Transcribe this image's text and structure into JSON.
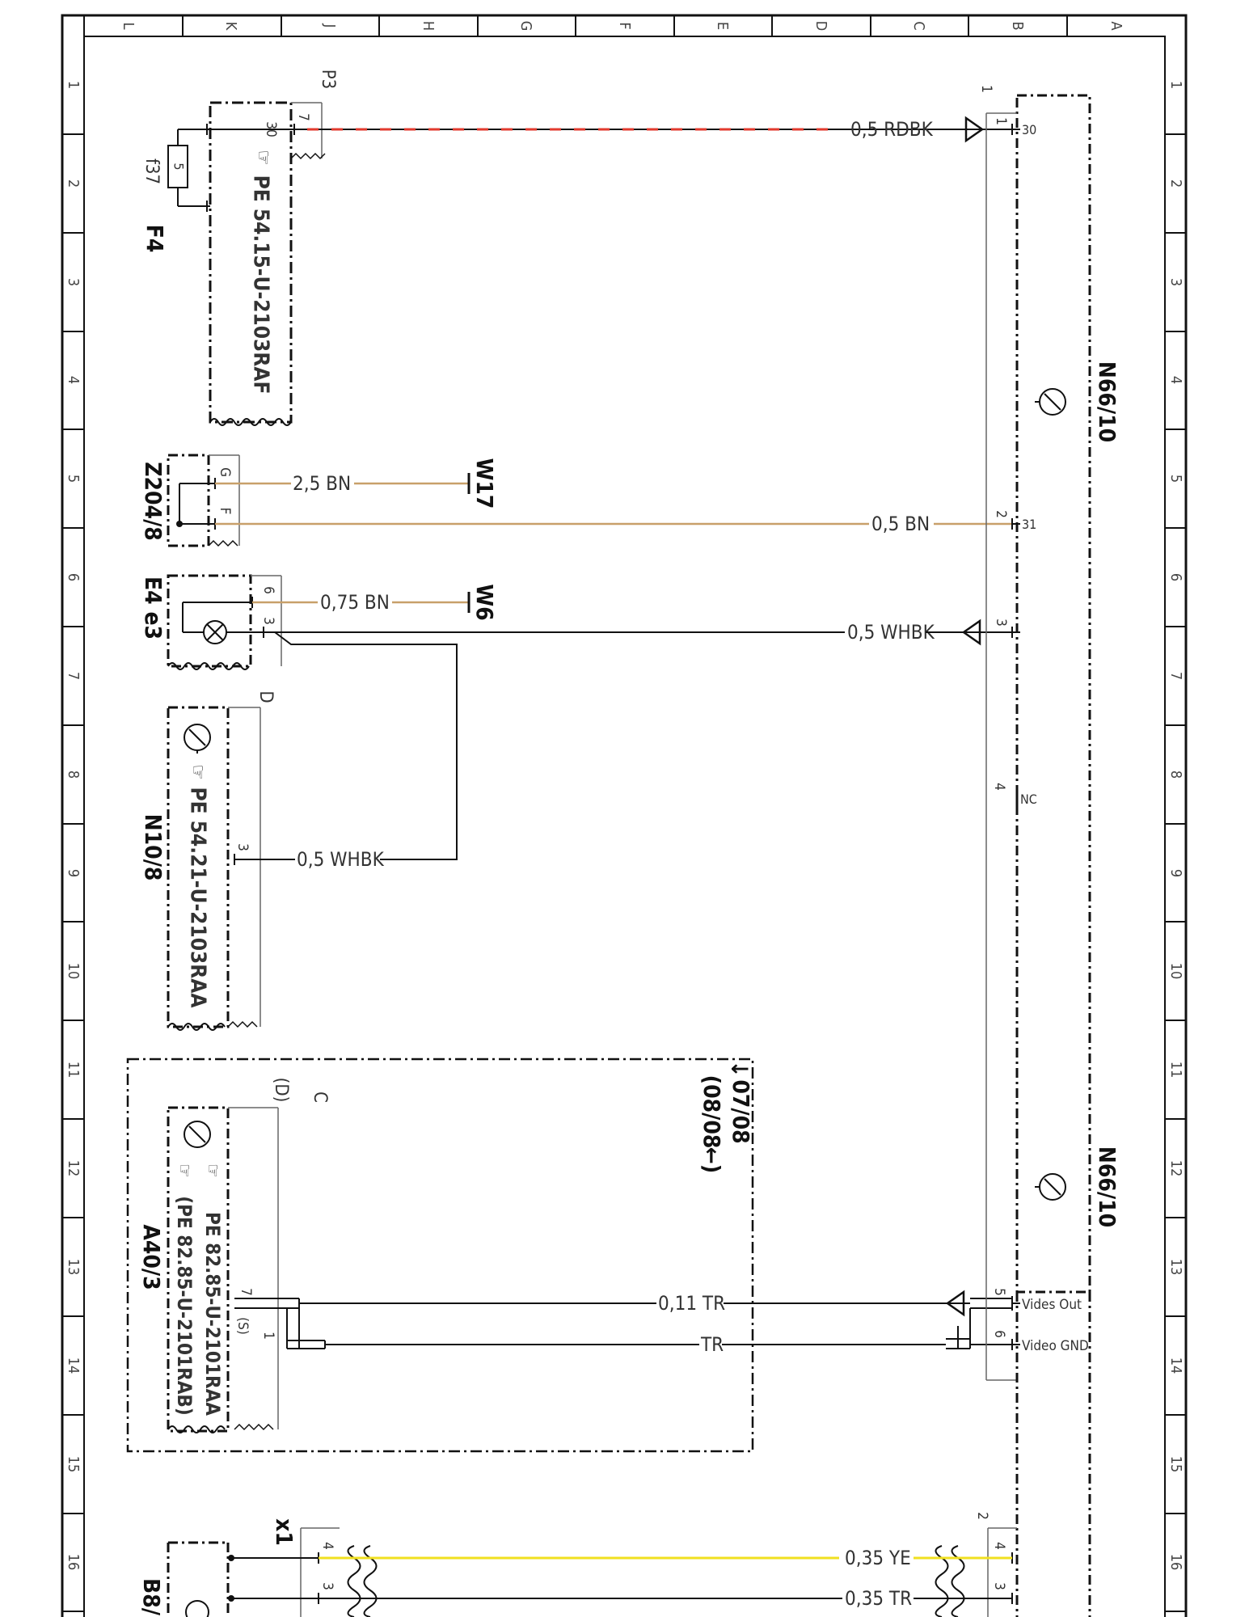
{
  "grid": {
    "columns": [
      "L",
      "K",
      "J",
      "H",
      "G",
      "F",
      "E",
      "D",
      "C",
      "B",
      "A"
    ],
    "rows": [
      "1",
      "2",
      "3",
      "4",
      "5",
      "6",
      "7",
      "8",
      "9",
      "10",
      "11",
      "12",
      "13",
      "14",
      "15",
      "16"
    ]
  },
  "components": {
    "f4": {
      "name": "F4",
      "fuse": "f37",
      "rating": "5",
      "connector": "P3",
      "pin_in": "30",
      "pin_out": "7",
      "ref": "PE 54.15-U-2103RAF"
    },
    "z204": {
      "name": "Z204/8",
      "pin_g": "G",
      "pin_f": "F"
    },
    "e4": {
      "name": "E4 e3",
      "pin_a": "6",
      "pin_b": "3"
    },
    "n10": {
      "name": "N10/8",
      "connector": "D",
      "pin": "3",
      "ref": "PE 54.21-U-2103RAA"
    },
    "a40": {
      "name": "A40/3",
      "connector": "C",
      "connector_alt": "(D)",
      "pin_a": "7",
      "pin_b": "1",
      "pin_alt": "(S)",
      "ref1": "PE 82.85-U-2101RAA",
      "ref2": "(PE 82.85-U-2101RAB)"
    },
    "option_box": {
      "line1": "07/08",
      "line2": "(08/08",
      "arrow1": "↓",
      "arrow2": "←)"
    },
    "n66_top": {
      "name": "N66/10",
      "connector": "1",
      "pins": [
        "30",
        "31",
        "NC"
      ],
      "pin_numbers": [
        "1",
        "2",
        "3",
        "4"
      ]
    },
    "n66_bottom": {
      "name": "N66/10",
      "pins": [
        "Vides Out",
        "Video GND"
      ],
      "pin_numbers": [
        "5",
        "6"
      ],
      "connector": "2",
      "lower_pins": [
        "4",
        "3"
      ]
    },
    "x1": {
      "name": "x1",
      "pins": [
        "4",
        "3"
      ]
    },
    "b8": {
      "name": "B8/"
    }
  },
  "wires": {
    "w1": "0,5 RDBK",
    "w2": "2,5 BN",
    "w3": "0,5 BN",
    "w4": "0,75 BN",
    "w5": "0,5 WHBK",
    "w6": "0,5 WHBK",
    "w7": "0,11 TR",
    "w8": "TR",
    "w9": "0,35 YE",
    "w10": "0,35 TR"
  },
  "grounds": {
    "g1": "W17",
    "g2": "W6"
  },
  "colors": {
    "red": "#e23a2e",
    "brown": "#c8a06a",
    "yellow": "#f0e020",
    "black": "#111111"
  }
}
